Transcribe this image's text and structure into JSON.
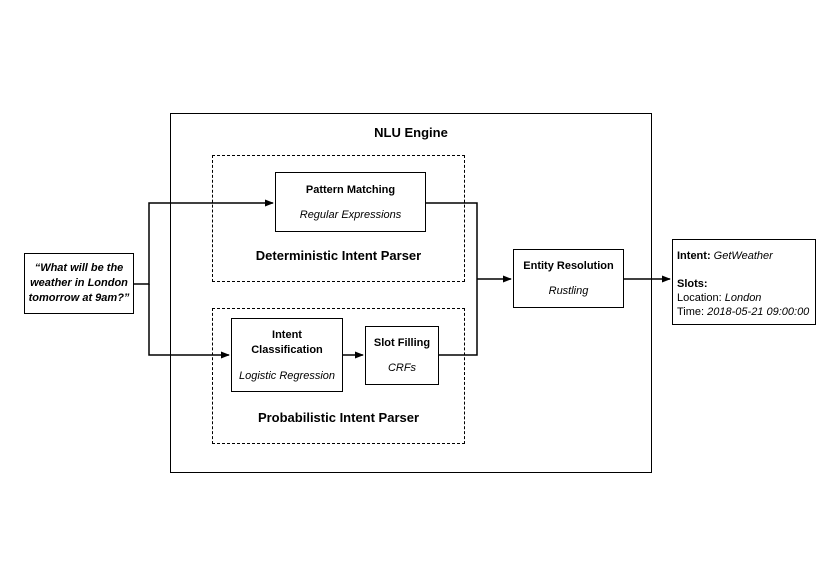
{
  "input": {
    "line1": "“What will be the",
    "line2": "weather in London",
    "line3": "tomorrow at 9am?”"
  },
  "engine": {
    "title": "NLU Engine"
  },
  "deterministic": {
    "title": "Deterministic Intent Parser",
    "pattern": {
      "title": "Pattern Matching",
      "subtitle": "Regular Expressions"
    }
  },
  "probabilistic": {
    "title": "Probabilistic Intent Parser",
    "intent": {
      "title_line1": "Intent",
      "title_line2": "Classification",
      "subtitle": "Logistic Regression"
    },
    "slot": {
      "title": "Slot Filling",
      "subtitle": "CRFs"
    }
  },
  "entity": {
    "title": "Entity Resolution",
    "subtitle": "Rustling"
  },
  "output": {
    "intent_label": "Intent:",
    "intent_value": "GetWeather",
    "slots_label": "Slots:",
    "location_label": "Location:",
    "location_value": "London",
    "time_label": "Time:",
    "time_value": "2018-05-21 09:00:00"
  }
}
